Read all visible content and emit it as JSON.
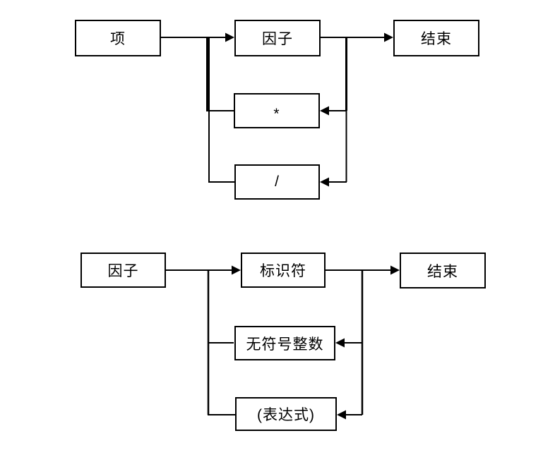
{
  "colors": {
    "background": "#ffffff",
    "line": "#000000",
    "box_border": "#000000",
    "box_fill": "#ffffff",
    "text": "#000000"
  },
  "diagrams": [
    {
      "id": "term-rule",
      "nodes": [
        {
          "id": "term",
          "label": "项"
        },
        {
          "id": "factor",
          "label": "因子"
        },
        {
          "id": "end",
          "label": "结束"
        },
        {
          "id": "multiply-op",
          "label": "*"
        },
        {
          "id": "divide-op",
          "label": "/"
        }
      ]
    },
    {
      "id": "factor-rule",
      "nodes": [
        {
          "id": "factor",
          "label": "因子"
        },
        {
          "id": "identifier",
          "label": "标识符"
        },
        {
          "id": "end",
          "label": "结束"
        },
        {
          "id": "unsigned-integer",
          "label": "无符号整数"
        },
        {
          "id": "paren-expression",
          "label": "(表达式)"
        }
      ]
    }
  ]
}
